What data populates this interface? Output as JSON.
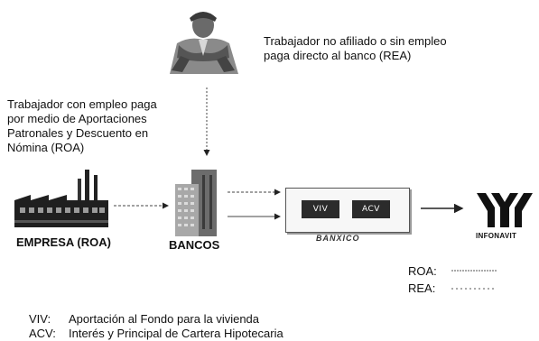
{
  "person_note": "Trabajador no afiliado o sin empleo\npaga directo al banco (REA)",
  "roa_note": "Trabajador con empleo paga\npor medio de Aportaciones\nPatronales y Descuento en\nNómina (ROA)",
  "empresa_label": "EMPRESA (ROA)",
  "bancos_label": "BANCOS",
  "banxico": {
    "label": "BANXICO",
    "viv_box": "VIV",
    "acv_box": "ACV"
  },
  "infonavit_label": "INFONAVIT",
  "legend": {
    "roa": "ROA:",
    "rea": "REA:"
  },
  "definitions": {
    "viv_key": "VIV:",
    "viv_text": "Aportación al Fondo para la vivienda",
    "acv_key": "ACV:",
    "acv_text": "Interés y Principal de Cartera Hipotecaria"
  }
}
